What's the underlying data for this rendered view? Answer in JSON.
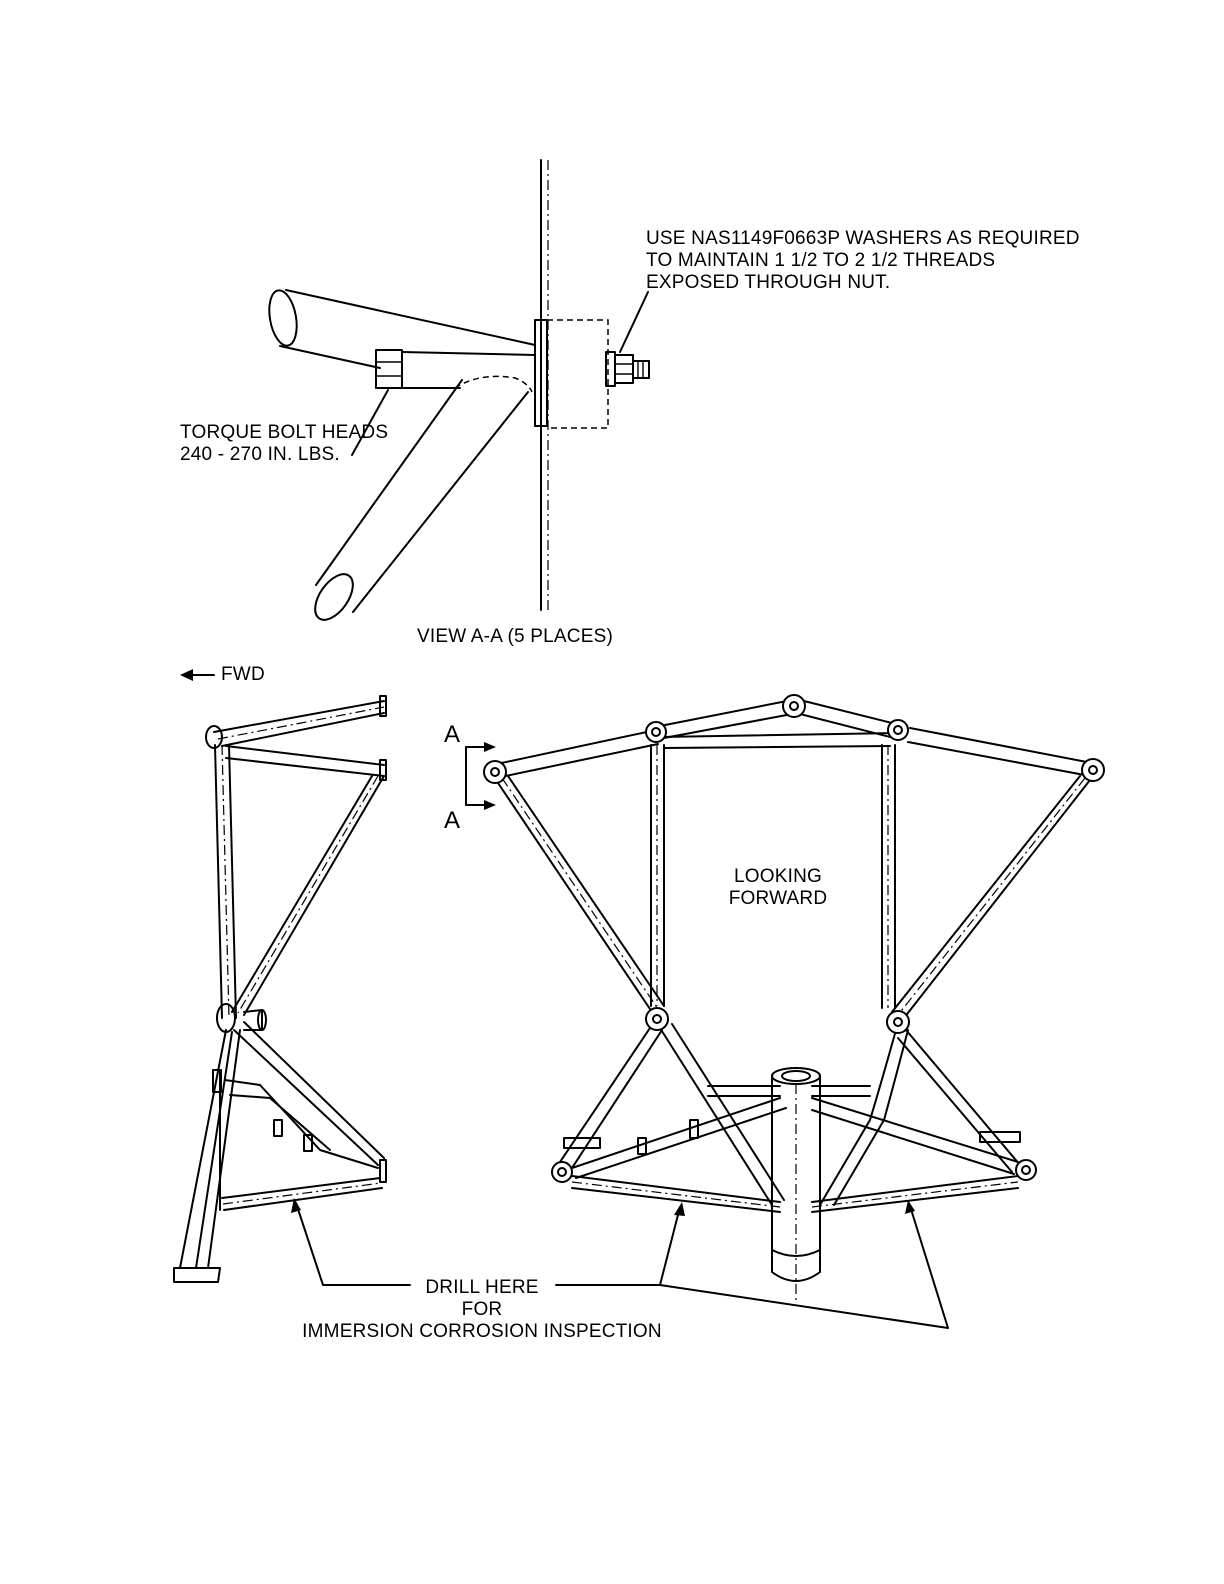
{
  "view_aa": {
    "washer_note": [
      "USE NAS1149F0663P WASHERS AS REQUIRED",
      "TO MAINTAIN 1 1/2 TO 2 1/2 THREADS",
      "EXPOSED THROUGH NUT."
    ],
    "torque_note": [
      "TORQUE BOLT HEADS",
      "240 - 270 IN. LBS."
    ],
    "caption": "VIEW A-A (5 PLACES)"
  },
  "side_view": {
    "fwd_label": "FWD",
    "fwd_arrow_icon": "left-arrow-icon"
  },
  "front_view": {
    "section_a_top": "A",
    "section_a_bottom": "A",
    "looking_label": [
      "LOOKING",
      "FORWARD"
    ]
  },
  "drill_note": [
    "DRILL HERE",
    "FOR",
    "IMMERSION CORROSION INSPECTION"
  ]
}
